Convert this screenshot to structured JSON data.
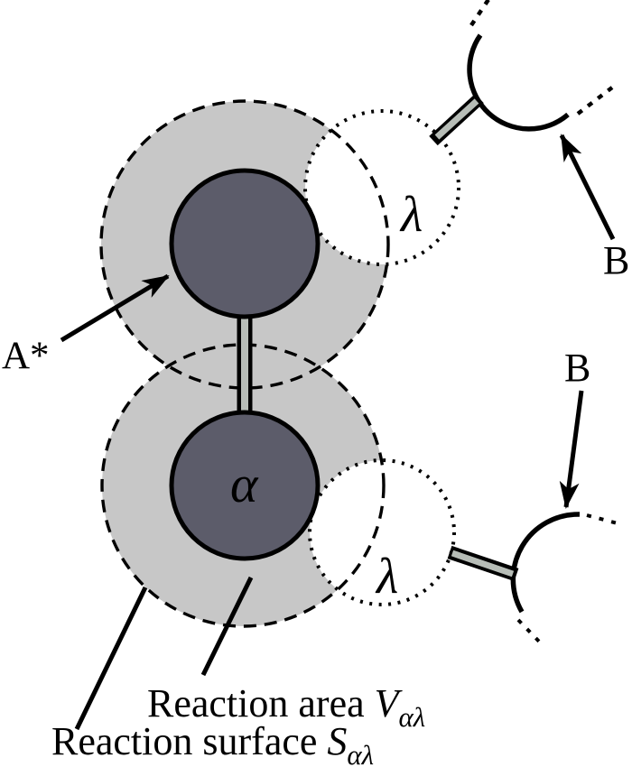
{
  "figure": {
    "labels": {
      "a_star": "A*",
      "b_top": "B",
      "b_bottom": "B",
      "alpha": "α",
      "lambda_top": "λ",
      "lambda_bottom": "λ"
    },
    "captions": {
      "area_prefix": "Reaction area",
      "area_symbol": "V",
      "area_subscript": "αλ",
      "surface_prefix": "Reaction surface",
      "surface_symbol": "S",
      "surface_subscript": "αλ"
    },
    "colors": {
      "background": "#ffffff",
      "reaction_area_fill": "#c7c7c7",
      "lambda_fill": "#ffffff",
      "atom_fill": "#5c5c6a",
      "bond_fill": "#b7bdb7",
      "ink": "#000000"
    }
  }
}
